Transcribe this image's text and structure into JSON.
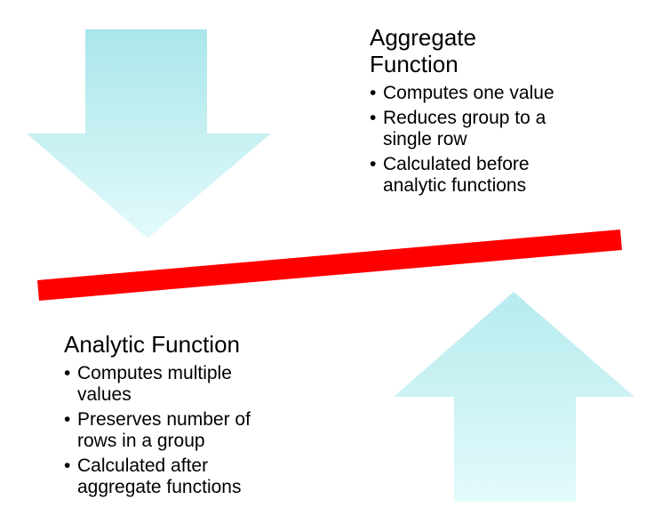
{
  "aggregate": {
    "title_line1": "Aggregate",
    "title_line2": "Function",
    "bullets": [
      "Computes one value",
      "Reduces group to a single row",
      "Calculated before analytic functions"
    ]
  },
  "analytic": {
    "title": "Analytic Function",
    "bullets": [
      "Computes multiple values",
      "Preserves number of rows in a group",
      "Calculated after aggregate functions"
    ]
  },
  "colors": {
    "arrow_fill_light": "#d9f7f9",
    "arrow_fill_dark": "#a9e6ea",
    "divider": "#ff0000"
  }
}
